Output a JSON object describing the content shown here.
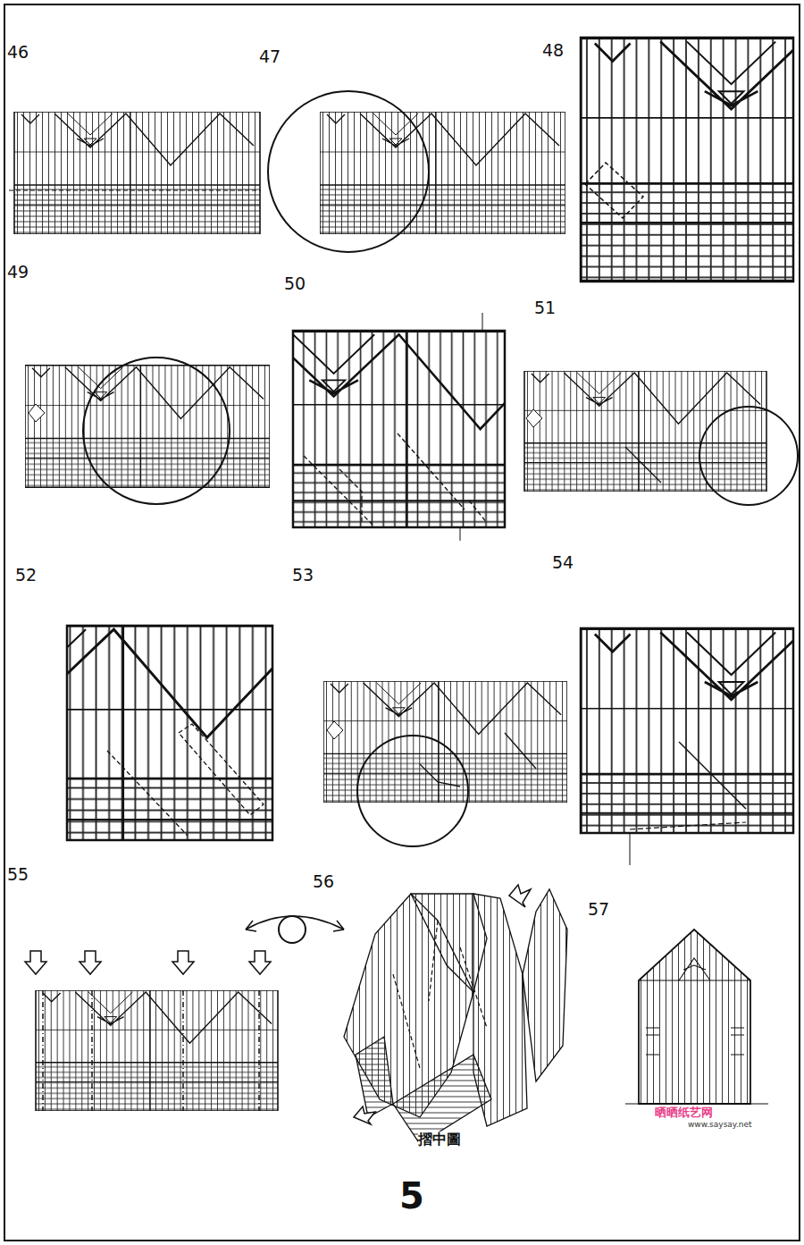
{
  "diagram": {
    "labels": [
      "46",
      "47",
      "48",
      "49",
      "50",
      "51",
      "52",
      "53",
      "54",
      "55",
      "56",
      "57",
      "摺中圖",
      "5",
      "晒晒纸艺网",
      "www.saysay.net"
    ]
  }
}
